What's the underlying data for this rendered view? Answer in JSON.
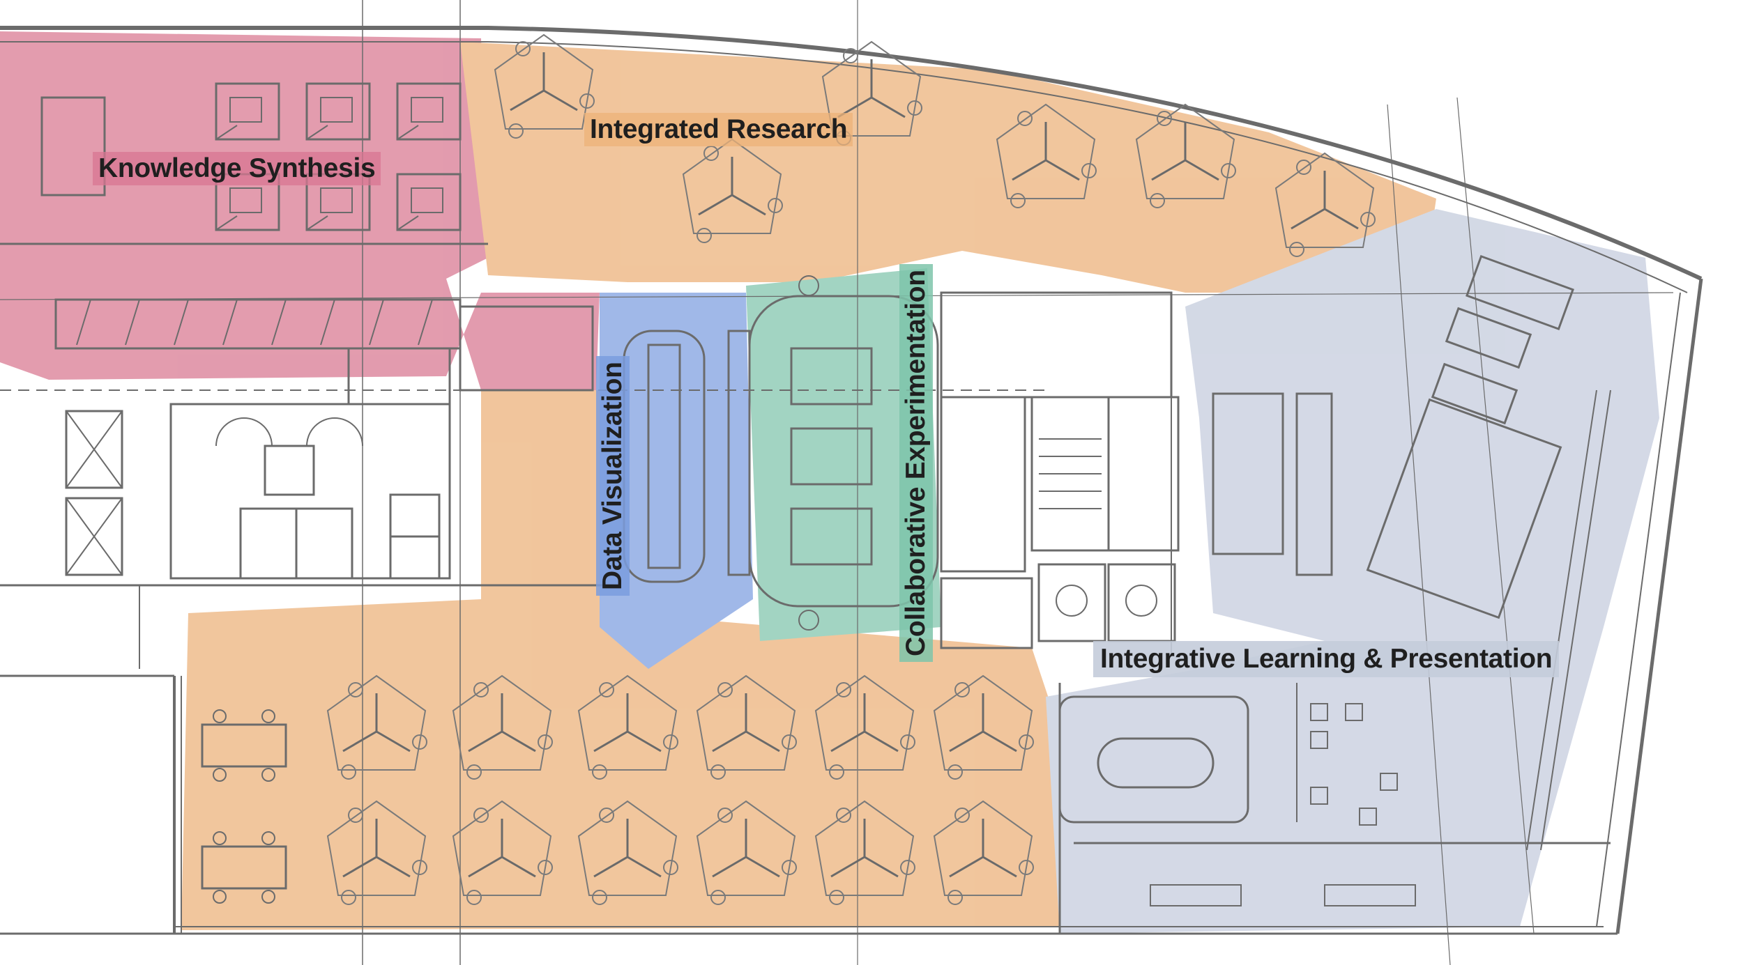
{
  "zones": {
    "knowledge_synthesis": {
      "label": "Knowledge Synthesis",
      "color": "#d8768f"
    },
    "integrated_research": {
      "label": "Integrated Research",
      "color": "#ecb077"
    },
    "data_visualization": {
      "label": "Data Visualization",
      "color": "#7c9de0"
    },
    "collaborative_experimentation": {
      "label": "Collaborative Experimentation",
      "color": "#7fc4ab"
    },
    "integrative_learning": {
      "label": "Integrative Learning & Presentation",
      "color": "#c3cbdc"
    }
  }
}
